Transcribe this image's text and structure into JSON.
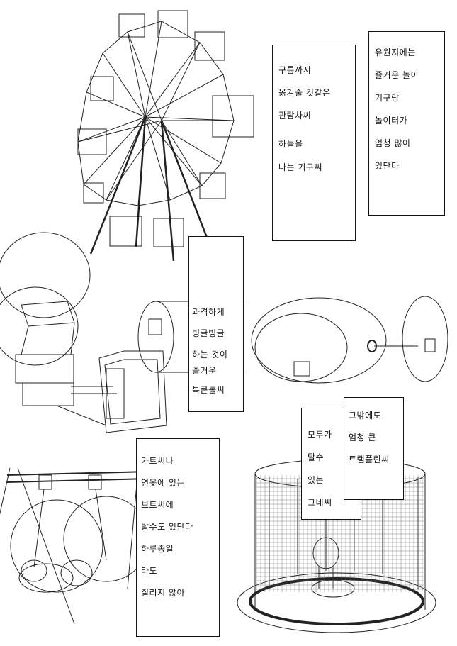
{
  "captions": {
    "ferris": [
      "구름까지",
      "옮겨줄 것같은",
      "관람차씨",
      "하늘을",
      "나는 기구씨"
    ],
    "park": [
      "유원지에는",
      "즐거운 놀이",
      "기구랑",
      "놀이터가",
      "엄청 많이",
      "있단다"
    ],
    "spin": [
      "과격하게",
      "빙글빙글",
      "하는 것이",
      "즐거운",
      "톡큰톨씨"
    ],
    "swing": [
      "모두가",
      "탈수",
      "있는",
      "그네씨"
    ],
    "trampoline": [
      "그밖에도",
      "엄청 큰",
      "트램플린씨"
    ],
    "boat": [
      "카트씨나",
      "연못에 있는",
      "보트씨에",
      "탈수도 있단다",
      "하루종일",
      "타도",
      "질리지 않아"
    ]
  }
}
